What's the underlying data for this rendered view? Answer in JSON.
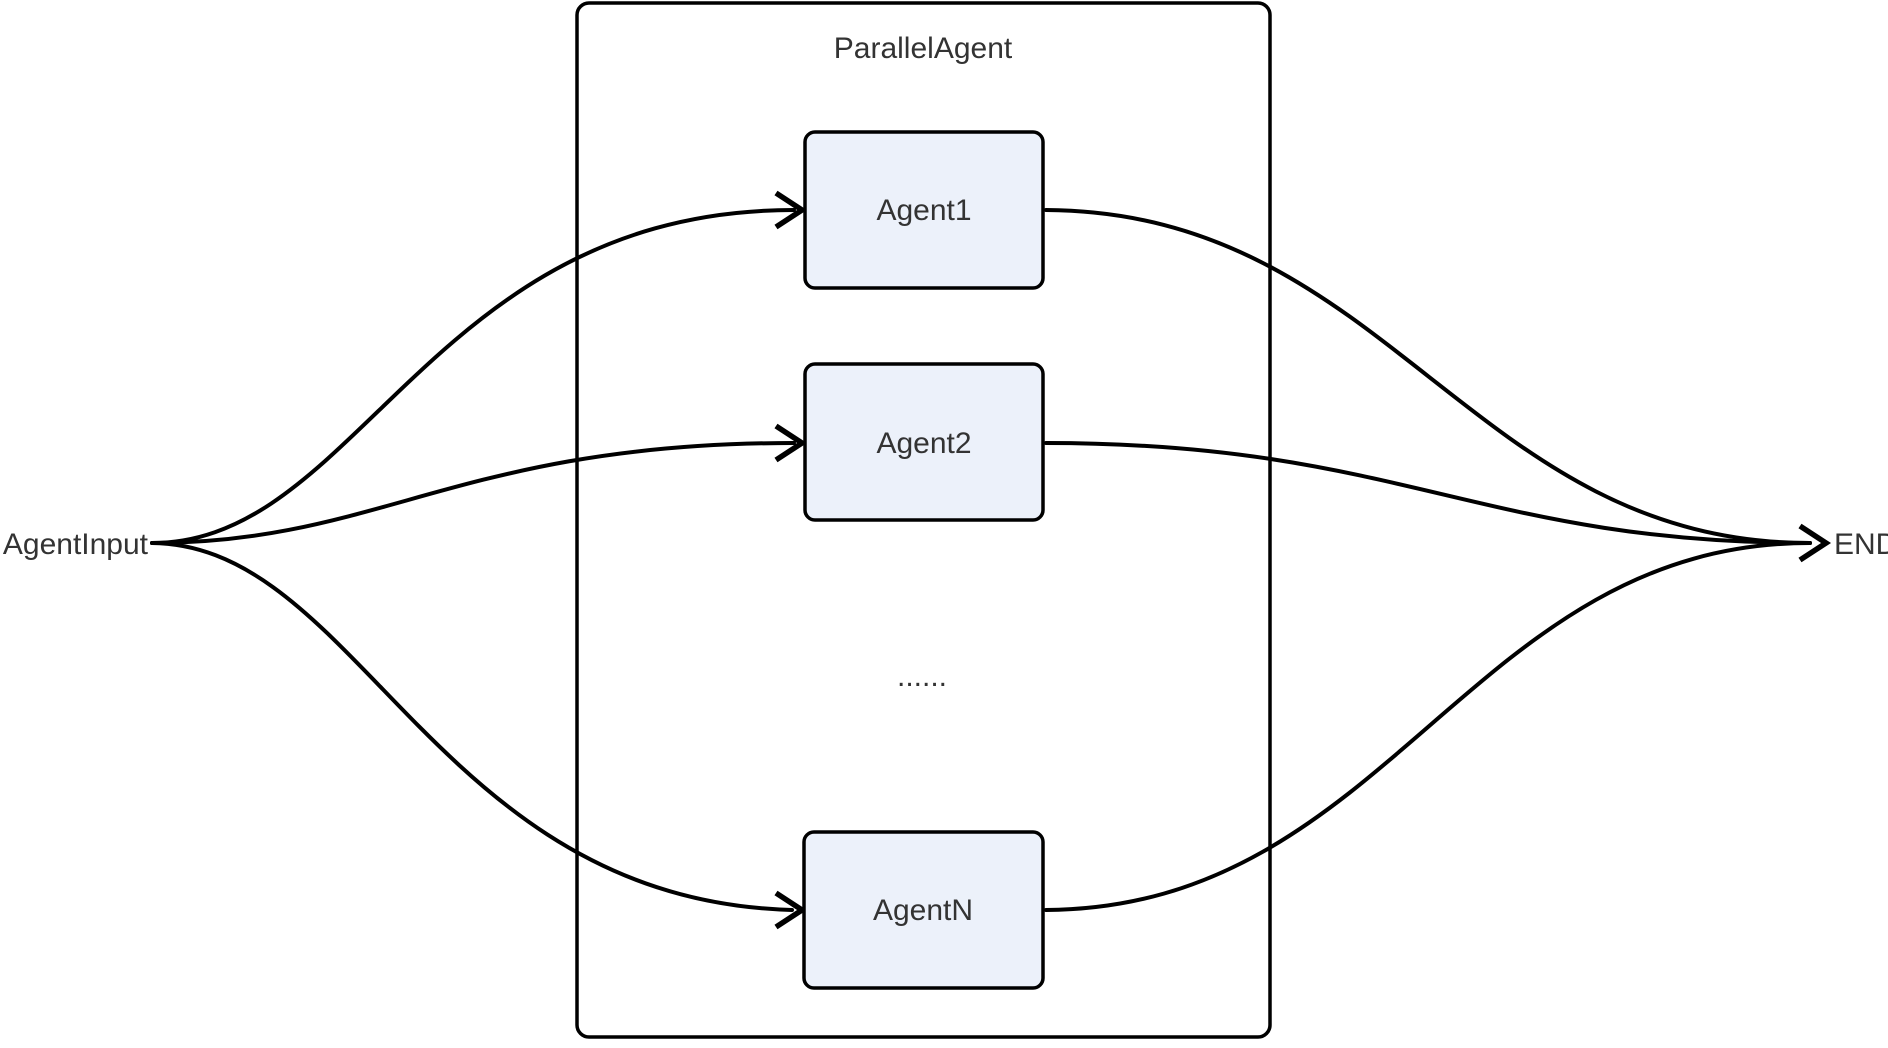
{
  "diagram": {
    "type": "flowchart",
    "direction": "left-to-right",
    "source_node": {
      "label": "AgentInput"
    },
    "end_node": {
      "label": "END"
    },
    "container": {
      "label": "ParallelAgent"
    },
    "agents": [
      {
        "id": "agent1",
        "label": "Agent1"
      },
      {
        "id": "agent2",
        "label": "Agent2"
      },
      {
        "id": "ellipsis",
        "label": "......"
      },
      {
        "id": "agentN",
        "label": "AgentN"
      }
    ],
    "edges": [
      {
        "from": "AgentInput",
        "to": "Agent1"
      },
      {
        "from": "AgentInput",
        "to": "Agent2"
      },
      {
        "from": "AgentInput",
        "to": "AgentN"
      },
      {
        "from": "Agent1",
        "to": "END"
      },
      {
        "from": "Agent2",
        "to": "END"
      },
      {
        "from": "AgentN",
        "to": "END"
      }
    ],
    "colors": {
      "background": "#FFFFFF",
      "node_fill": "#ECF1FA",
      "node_border": "#000000",
      "edge": "#000000",
      "text": "#333333"
    }
  }
}
